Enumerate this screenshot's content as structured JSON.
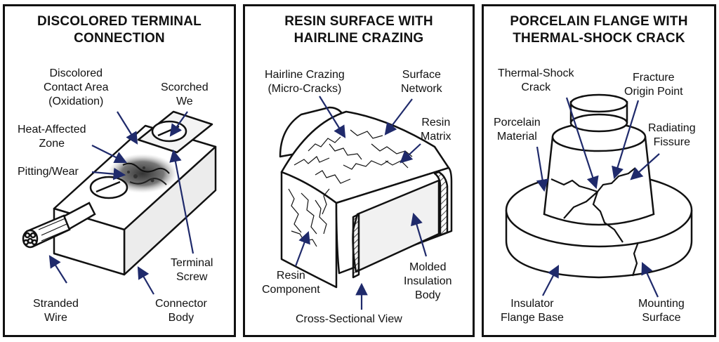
{
  "panels": [
    {
      "title_line1": "DISCOLORED TERMINAL",
      "title_line2": "CONNECTION",
      "labels": {
        "contact_area_1": "Discolored",
        "contact_area_2": "Contact Area",
        "contact_area_3": "(Oxidation)",
        "scorched_1": "Scorched",
        "scorched_2": "We",
        "heat_zone_1": "Heat-Affected",
        "heat_zone_2": "Zone",
        "pitting": "Pitting/Wear",
        "terminal_screw_1": "Terminal",
        "terminal_screw_2": "Screw",
        "stranded_wire_1": "Stranded",
        "stranded_wire_2": "Wire",
        "connector_body_1": "Connector",
        "connector_body_2": "Body"
      }
    },
    {
      "title_line1": "RESIN SURFACE WITH",
      "title_line2": "HAIRLINE CRAZING",
      "labels": {
        "crazing_1": "Hairline Crazing",
        "crazing_2": "(Micro-Cracks)",
        "surface_network_1": "Surface",
        "surface_network_2": "Network",
        "resin_matrix_1": "Resin",
        "resin_matrix_2": "Matrix",
        "resin_component_1": "Resin",
        "resin_component_2": "Component",
        "molded_body_1": "Molded",
        "molded_body_2": "Insulation",
        "molded_body_3": "Body",
        "cross_section": "Cross-Sectional View"
      }
    },
    {
      "title_line1": "PORCELAIN FLANGE WITH",
      "title_line2": "THERMAL-SHOCK CRACK",
      "labels": {
        "thermal_crack_1": "Thermal-Shock",
        "thermal_crack_2": "Crack",
        "fracture_origin_1": "Fracture",
        "fracture_origin_2": "Origin Point",
        "porcelain_1": "Porcelain",
        "porcelain_2": "Material",
        "radiating_1": "Radiating",
        "radiating_2": "Fissure",
        "flange_base_1": "Insulator",
        "flange_base_2": "Flange Base",
        "mounting_1": "Mounting",
        "mounting_2": "Surface"
      }
    }
  ],
  "colors": {
    "ink": "#111111",
    "arrow": "#1f2a6b",
    "paper": "#ffffff"
  }
}
